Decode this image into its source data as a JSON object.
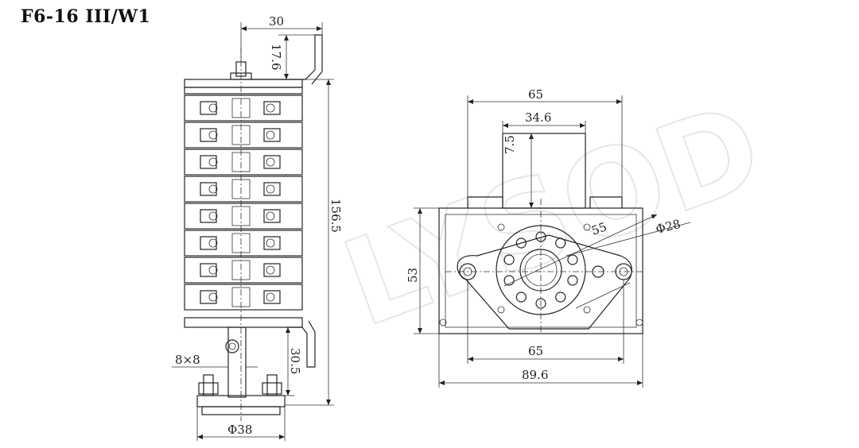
{
  "title": "F6-16 III/W1",
  "watermark": "LYSOD",
  "side_view": {
    "dim_top_width": "30",
    "dim_top_height": "17.6",
    "dim_total_height": "156.5",
    "dim_bottom_height": "30.5",
    "dim_square_shaft": "8×8",
    "dim_base_diameter": "Φ38",
    "deck_count": 8
  },
  "front_view": {
    "dim_top_width": "65",
    "dim_notch_width": "34.6",
    "dim_notch_depth": "7.5",
    "dim_height": "53",
    "dim_radius": "55",
    "dim_ring_diameter": "Φ28",
    "dim_mount_spacing": "65",
    "dim_overall_width": "89.6"
  }
}
